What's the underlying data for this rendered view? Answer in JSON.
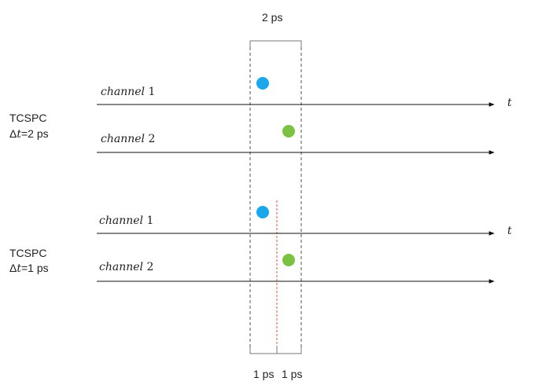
{
  "diagram": {
    "bracket_top_label": "2 ps",
    "bracket_bottom_left_label": "1 ps",
    "bracket_bottom_right_label": "1 ps",
    "axis_symbol": "t",
    "panel_1": {
      "method": "TCSPC",
      "dt_symbol": "Δ",
      "dt_var": "t",
      "dt_value": "=2 ps",
      "channel_1": {
        "name": "channel",
        "number": "1"
      },
      "channel_2": {
        "name": "channel",
        "number": "2"
      }
    },
    "panel_2": {
      "method": "TCSPC",
      "dt_symbol": "Δ",
      "dt_var": "t",
      "dt_value": "=1 ps",
      "channel_1": {
        "name": "channel",
        "number": "1"
      },
      "channel_2": {
        "name": "channel",
        "number": "2"
      }
    },
    "colors": {
      "photon_channel_1": "#1aa7ec",
      "photon_channel_2": "#7cc242",
      "bin_boundary": "#555555",
      "mid_boundary": "#e05050"
    }
  }
}
